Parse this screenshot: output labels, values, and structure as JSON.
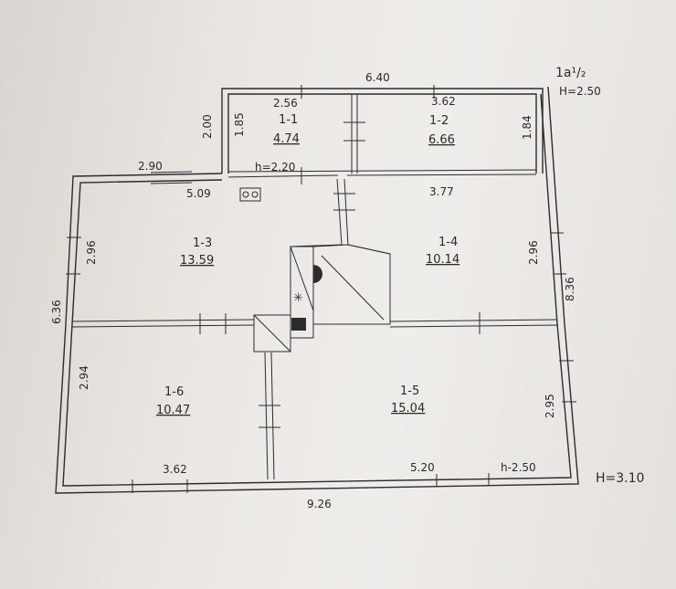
{
  "plan": {
    "title": "1а¹/₂",
    "annex_height": "H=2.50",
    "main_height": "H=3.10",
    "overall_width": "9.26",
    "overall_depth": "6.36",
    "right_depth": "8.36",
    "annex_width": "6.40",
    "annex_depth": "2.00",
    "corridor_len": "2.90",
    "h_top": "h=2.20",
    "h_bottom": "h-2.50"
  },
  "rooms": [
    {
      "id": "1-1",
      "area": "4.74",
      "dims": [
        "2.56",
        "1.85"
      ]
    },
    {
      "id": "1-2",
      "area": "6.66",
      "dims": [
        "3.62",
        "1.84"
      ]
    },
    {
      "id": "1-3",
      "area": "13.59",
      "dims": [
        "5.09",
        "2.96"
      ]
    },
    {
      "id": "1-4",
      "area": "10.14",
      "dims": [
        "3.77",
        "2.96"
      ]
    },
    {
      "id": "1-5",
      "area": "15.04",
      "dims": [
        "5.20",
        "2.95"
      ]
    },
    {
      "id": "1-6",
      "area": "10.47",
      "dims": [
        "3.62",
        "2.94"
      ]
    }
  ]
}
